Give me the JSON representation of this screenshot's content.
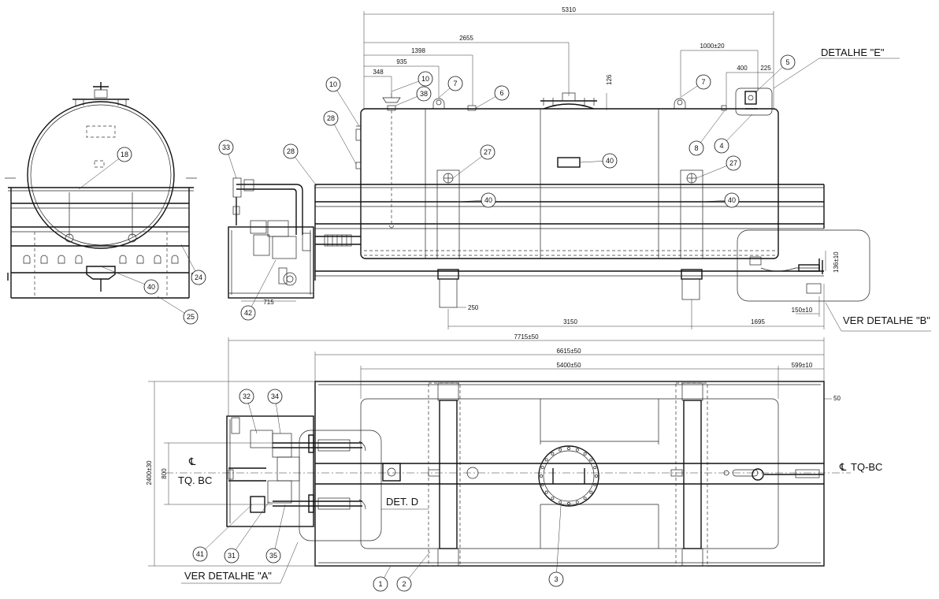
{
  "dimensions": {
    "d5310": "5310",
    "d2655": "2655",
    "d1398": "1398",
    "d935": "935",
    "d348": "348",
    "d1000": "1000±20",
    "d400": "400",
    "d225": "225",
    "d126": "126",
    "d250": "250",
    "d3150": "3150",
    "d1695": "1695",
    "d715": "715",
    "d150": "150±10",
    "d136": "136±10",
    "d7715": "7715±50",
    "d6615": "6615±50",
    "d5400": "5400±50",
    "d599": "599±10",
    "d50": "50",
    "d2400": "2400±30",
    "d800": "800"
  },
  "labels": {
    "detalhe_e": "DETALHE \"E\"",
    "ver_detalhe_b": "VER DETALHE \"B\"",
    "ver_detalhe_a": "VER DETALHE \"A\"",
    "det_d": "DET. D",
    "tq_bc_left": "TQ. BC",
    "tq_bc_right": "TQ-BC",
    "cl_symbol": "℄"
  },
  "callouts": [
    "1",
    "2",
    "3",
    "4",
    "5",
    "6",
    "7",
    "8",
    "10",
    "18",
    "24",
    "25",
    "27",
    "28",
    "31",
    "32",
    "33",
    "34",
    "35",
    "38",
    "40",
    "41",
    "42"
  ]
}
